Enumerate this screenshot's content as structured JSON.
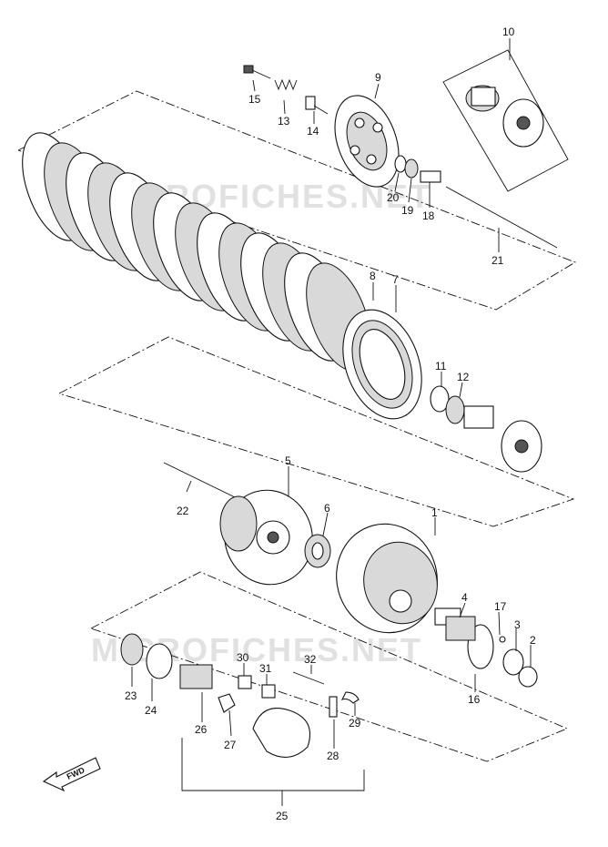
{
  "watermark": "MICROFICHES.NET",
  "direction_label": "FWD",
  "callouts": [
    {
      "id": "1",
      "label": "1"
    },
    {
      "id": "2",
      "label": "2"
    },
    {
      "id": "3",
      "label": "3"
    },
    {
      "id": "4",
      "label": "4"
    },
    {
      "id": "5",
      "label": "5"
    },
    {
      "id": "6",
      "label": "6"
    },
    {
      "id": "7",
      "label": "7"
    },
    {
      "id": "8",
      "label": "8"
    },
    {
      "id": "9",
      "label": "9"
    },
    {
      "id": "10",
      "label": "10"
    },
    {
      "id": "11",
      "label": "11"
    },
    {
      "id": "12",
      "label": "12"
    },
    {
      "id": "13",
      "label": "13"
    },
    {
      "id": "14",
      "label": "14"
    },
    {
      "id": "15",
      "label": "15"
    },
    {
      "id": "16",
      "label": "16"
    },
    {
      "id": "17",
      "label": "17"
    },
    {
      "id": "18",
      "label": "18"
    },
    {
      "id": "19",
      "label": "19"
    },
    {
      "id": "20",
      "label": "20"
    },
    {
      "id": "21",
      "label": "21"
    },
    {
      "id": "22",
      "label": "22"
    },
    {
      "id": "23",
      "label": "23"
    },
    {
      "id": "24",
      "label": "24"
    },
    {
      "id": "25",
      "label": "25"
    },
    {
      "id": "26",
      "label": "26"
    },
    {
      "id": "27",
      "label": "27"
    },
    {
      "id": "28",
      "label": "28"
    },
    {
      "id": "29",
      "label": "29"
    },
    {
      "id": "30",
      "label": "30"
    },
    {
      "id": "31",
      "label": "31"
    },
    {
      "id": "32",
      "label": "32"
    }
  ]
}
